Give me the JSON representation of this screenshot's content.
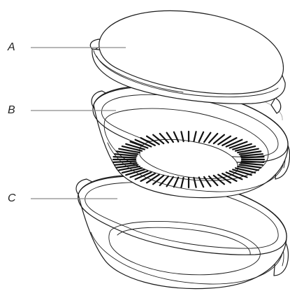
{
  "callouts": [
    {
      "id": "A",
      "label": "A"
    },
    {
      "id": "B",
      "label": "B"
    },
    {
      "id": "C",
      "label": "C"
    }
  ],
  "colors": {
    "outline": "#1c1c1c",
    "leader_line": "#8a8a8a",
    "background": "#ffffff"
  },
  "icons": {
    "part_a": "steamer-lid",
    "part_b": "steaming-insert-with-slots",
    "part_c": "steamer-base-dish"
  }
}
